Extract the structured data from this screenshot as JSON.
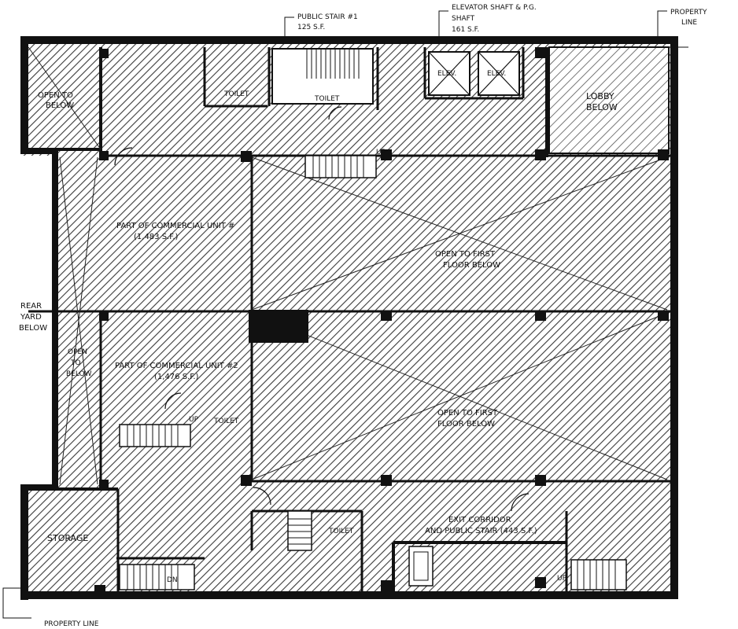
{
  "callouts": {
    "public_stair_1": "PUBLIC STAIR #1",
    "public_stair_1_area": "125 S.F.",
    "elevator_shaft": "ELEVATOR SHAFT & P.G.",
    "elevator_shaft_line2": "SHAFT",
    "elevator_shaft_area": "161 S.F.",
    "property_line_top_1": "PROPERTY",
    "property_line_top_2": "LINE",
    "property_line_bottom": "PROPERTY LINE"
  },
  "rooms": {
    "open_to_below_nw_1": "OPEN TO",
    "open_to_below_nw_2": "BELOW",
    "lobby_below_1": "LOBBY",
    "lobby_below_2": "BELOW",
    "toilet_top": "TOILET",
    "toilet_stair": "TOILET",
    "commercial_unit_a_1": "PART OF COMMERCIAL UNIT #",
    "commercial_unit_a_2": "(1,483 S.F.)",
    "open_to_first_floor_upper_1": "OPEN TO FIRST",
    "open_to_first_floor_upper_2": "FLOOR BELOW",
    "rear_yard_1": "REAR",
    "rear_yard_2": "YARD",
    "rear_yard_3": "BELOW",
    "open_to_below_w_1": "OPEN",
    "open_to_below_w_2": "TO",
    "open_to_below_w_3": "BELOW",
    "commercial_unit_b_1": "PART OF COMMERCIAL UNIT #2",
    "commercial_unit_b_2": "(1,476 S.F.)",
    "toilet_mid": "TOILET",
    "open_to_first_floor_lower_1": "OPEN TO FIRST",
    "open_to_first_floor_lower_2": "FLOOR BELOW",
    "storage": "STORAGE",
    "toilet_bottom": "TOILET",
    "exit_corridor_1": "EXIT CORRIDOR",
    "exit_corridor_2": "AND PUBLIC STAIR (443 S.F.)",
    "up_label_1": "UP",
    "up_label_2": "UP",
    "up_label_3": "UP",
    "dn_label": "DN",
    "elev_1": "ELEV.",
    "elev_2": "ELEV."
  }
}
